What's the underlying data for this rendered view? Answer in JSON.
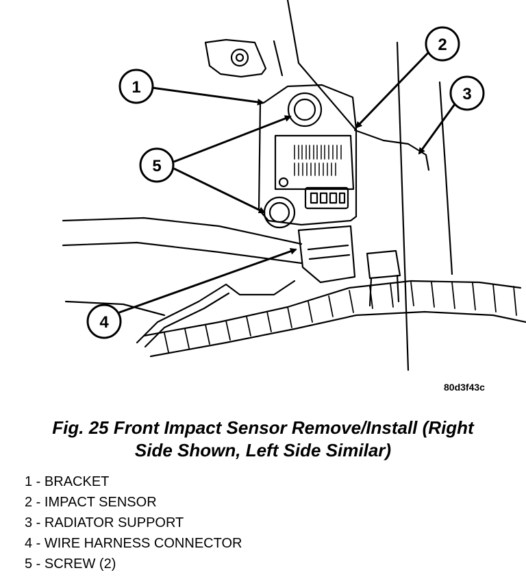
{
  "image_code": "80d3f43c",
  "caption": {
    "line1": "Fig. 25 Front Impact Sensor Remove/Install (Right",
    "line2": "Side Shown, Left Side Similar)"
  },
  "callouts": [
    "1",
    "2",
    "3",
    "4",
    "5"
  ],
  "legend": [
    {
      "num": "1",
      "sep": " - ",
      "text": "BRACKET"
    },
    {
      "num": "2",
      "sep": " - ",
      "text": "IMPACT SENSOR"
    },
    {
      "num": "3",
      "sep": " - ",
      "text": "RADIATOR SUPPORT"
    },
    {
      "num": "4",
      "sep": " - ",
      "text": "WIRE HARNESS CONNECTOR"
    },
    {
      "num": "5",
      "sep": " - ",
      "text": "SCREW (2)"
    }
  ]
}
